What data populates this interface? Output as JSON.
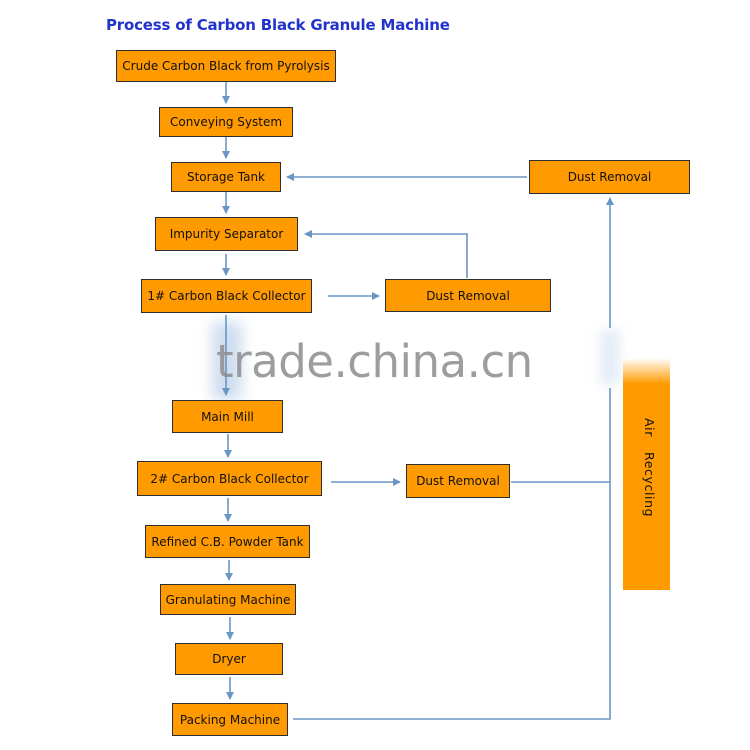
{
  "title": "Process of Carbon Black Granule Machine",
  "nodes": {
    "crude": "Crude Carbon Black from Pyrolysis",
    "conveying": "Conveying System",
    "storage": "Storage Tank",
    "impurity": "Impurity Separator",
    "collector1": "1# Carbon Black Collector",
    "main_mill": "Main Mill",
    "collector2": "2# Carbon Black Collector",
    "refined": "Refined C.B. Powder Tank",
    "granulating": "Granulating Machine",
    "dryer": "Dryer",
    "packing": "Packing Machine",
    "dust1": "Dust Removal",
    "dust2": "Dust Removal",
    "dust3": "Dust Removal"
  },
  "air_recycling": {
    "word1": "Air",
    "word2": "Recycling"
  },
  "watermark": "trade.china.cn",
  "colors": {
    "box_fill": "#ff9b00",
    "box_border": "#2e2e2e",
    "arrow": "#6a96c4",
    "title": "#2233cc"
  }
}
